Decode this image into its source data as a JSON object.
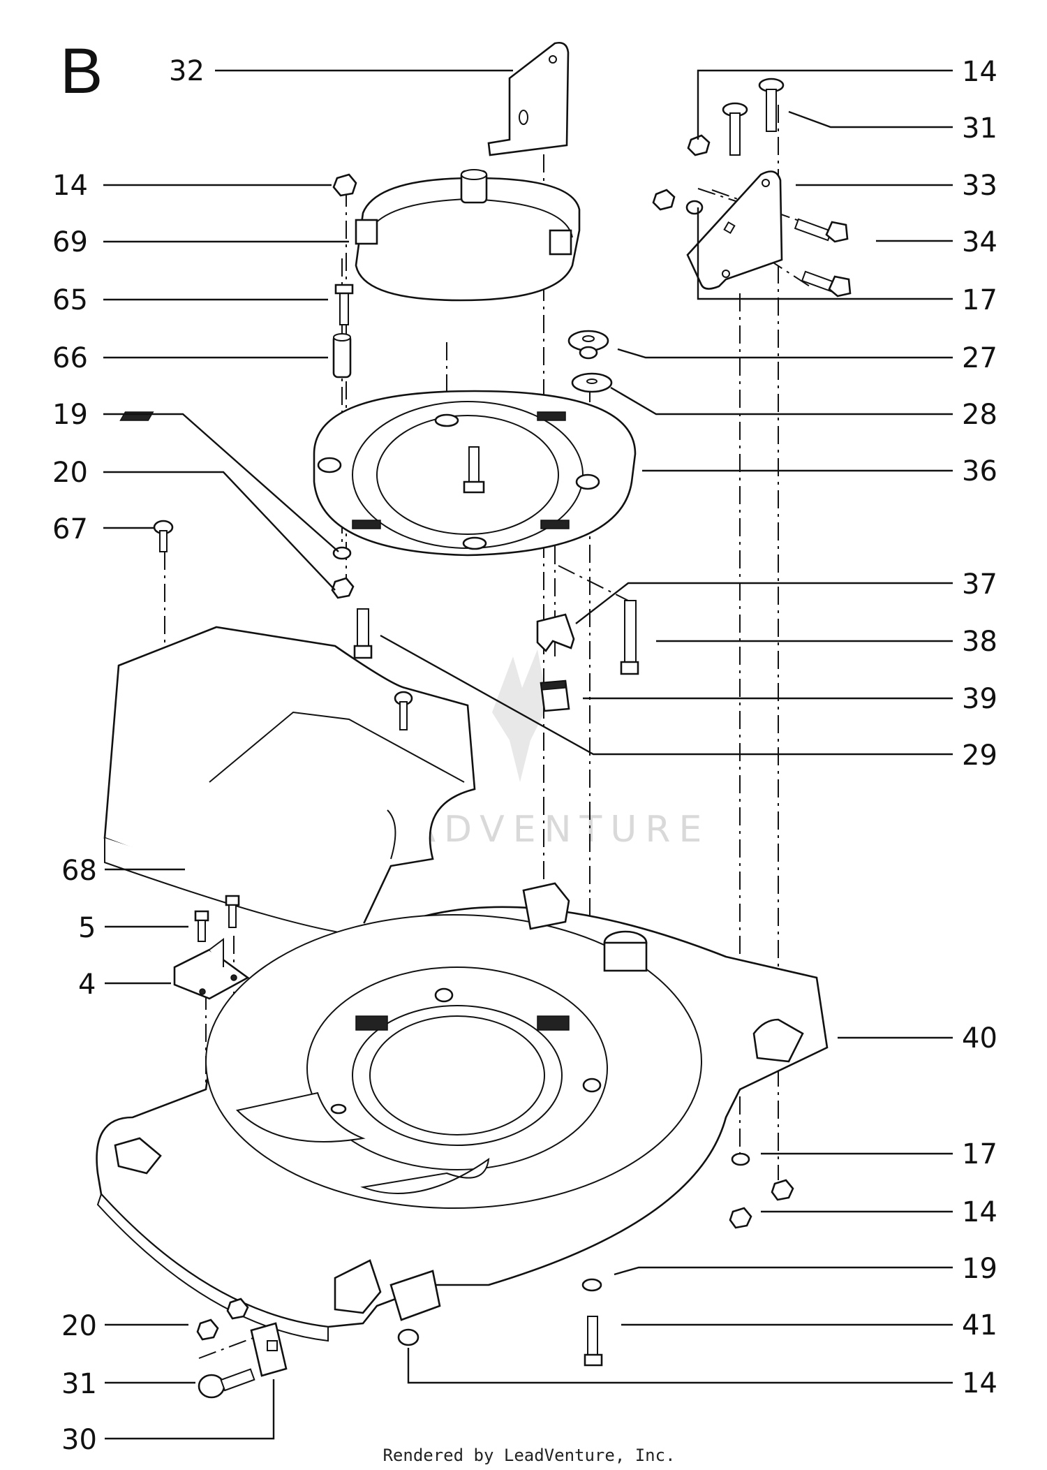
{
  "section": "B",
  "callouts": {
    "n32": "32",
    "n14_top": "14",
    "n31_top": "31",
    "n33": "33",
    "n34": "34",
    "n14_left": "14",
    "n69": "69",
    "n65": "65",
    "n66": "66",
    "n17_top": "17",
    "n27": "27",
    "n28": "28",
    "n19_left": "19",
    "n20_left": "20",
    "n36": "36",
    "n67": "67",
    "n37": "37",
    "n38": "38",
    "n39": "39",
    "n29": "29",
    "n68": "68",
    "n5": "5",
    "n4": "4",
    "n40": "40",
    "n17_bottom": "17",
    "n14_mid": "14",
    "n19_right": "19",
    "n20_bottom": "20",
    "n41": "41",
    "n31_bottom": "31",
    "n14_bottom": "14",
    "n30": "30"
  },
  "watermark": "LEADVENTURE",
  "footer": "Rendered by LeadVenture, Inc."
}
